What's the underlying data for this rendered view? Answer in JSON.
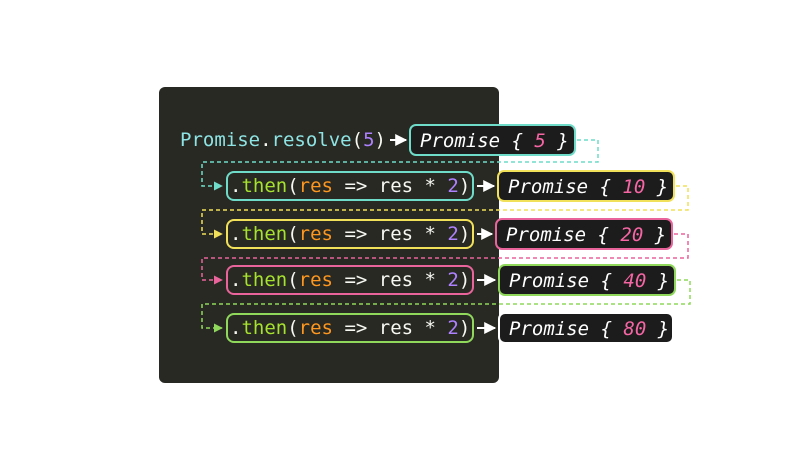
{
  "first_line": {
    "object": "Promise",
    "dot": ".",
    "method": "resolve",
    "open": "(",
    "arg": "5",
    "close": ")"
  },
  "then_lines": [
    {
      "dot": ".",
      "method": "then",
      "open": "(",
      "param": "res",
      "arrow": " => ",
      "body": "res * ",
      "num": "2",
      "close": ")",
      "color": "#6fdcc9"
    },
    {
      "dot": ".",
      "method": "then",
      "open": "(",
      "param": "res",
      "arrow": " => ",
      "body": "res * ",
      "num": "2",
      "close": ")",
      "color": "#f1e05a"
    },
    {
      "dot": ".",
      "method": "then",
      "open": "(",
      "param": "res",
      "arrow": " => ",
      "body": "res * ",
      "num": "2",
      "close": ")",
      "color": "#e8649a"
    },
    {
      "dot": ".",
      "method": "then",
      "open": "(",
      "param": "res",
      "arrow": " => ",
      "body": "res * ",
      "num": "2",
      "close": ")",
      "color": "#8fd85b"
    }
  ],
  "promises": [
    {
      "prefix": "Promise { ",
      "value": "5",
      "suffix": " }",
      "color": "#6fdcc9"
    },
    {
      "prefix": "Promise { ",
      "value": "10",
      "suffix": " }",
      "color": "#f1e05a"
    },
    {
      "prefix": "Promise { ",
      "value": "20",
      "suffix": " }",
      "color": "#e8649a"
    },
    {
      "prefix": "Promise { ",
      "value": "40",
      "suffix": " }",
      "color": "#8fd85b"
    },
    {
      "prefix": "Promise { ",
      "value": "80",
      "suffix": " }",
      "color": "#ffffff"
    }
  ],
  "colors": {
    "panel": "#282923",
    "connector_teal": "#6fdcc9",
    "connector_yellow": "#f1e05a",
    "connector_pink": "#e8649a",
    "connector_green": "#8fd85b"
  }
}
